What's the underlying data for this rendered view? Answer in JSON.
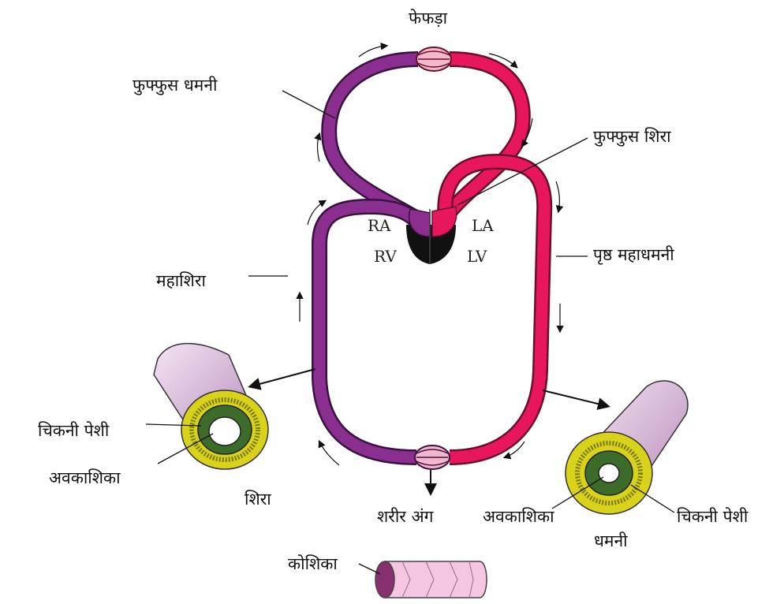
{
  "labels": {
    "lungs": "फेफड़ा",
    "pulmonary_artery": "फुफ्फुस धमनी",
    "pulmonary_vein": "फुफ्फुस शिरा",
    "dorsal_aorta": "पृष्ठ महाधमनी",
    "vena_cava": "महाशिरा",
    "vein_smooth_muscle": "चिकनी पेशी",
    "vein_lumen": "अवकाशिका",
    "vein": "शिरा",
    "body_organs": "शरीर अंग",
    "artery_lumen": "अवकाशिका",
    "artery_smooth_muscle": "चिकनी पेशी",
    "artery": "धमनी",
    "capillary": "कोशिका"
  },
  "chambers": {
    "ra": "RA",
    "la": "LA",
    "rv": "RV",
    "lv": "LV"
  },
  "colors": {
    "deoxygenated": "#8a2f8f",
    "oxygenated": "#e8175d",
    "muscle": "#d9d21a",
    "vessel_wall": "#d7b8d8"
  }
}
